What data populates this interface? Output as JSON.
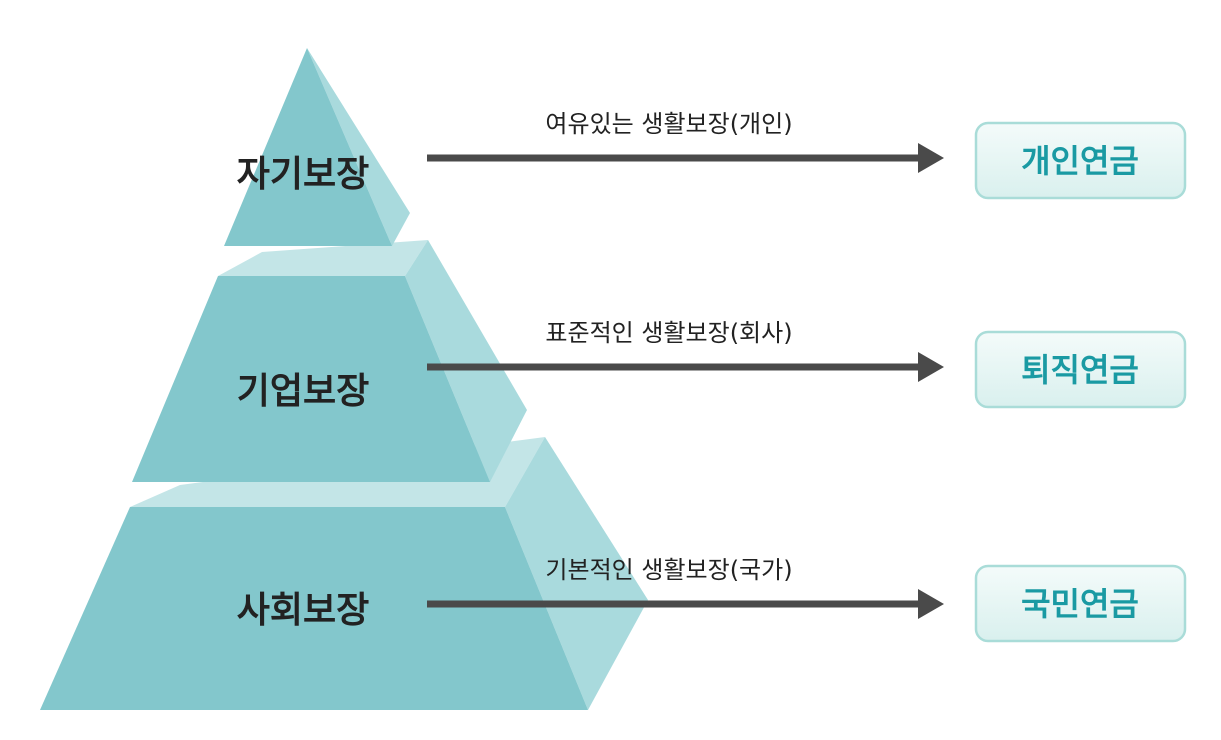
{
  "colors": {
    "pyramid_front": "#83c7cc",
    "pyramid_side": "#a9dadd",
    "pyramid_top": "#c3e5e7",
    "arrow": "#4a4a4a",
    "box_text": "#1a9aa3",
    "box_fill": "#e6f6f4",
    "box_border": "#a9dcd8",
    "label_text": "#222222"
  },
  "tiers": [
    {
      "label": "자기보장",
      "caption": "여유있는 생활보장(개인)",
      "box": "개인연금"
    },
    {
      "label": "기업보장",
      "caption": "표준적인 생활보장(회사)",
      "box": "퇴직연금"
    },
    {
      "label": "사회보장",
      "caption": "기본적인 생활보장(국가)",
      "box": "국민연금"
    }
  ]
}
